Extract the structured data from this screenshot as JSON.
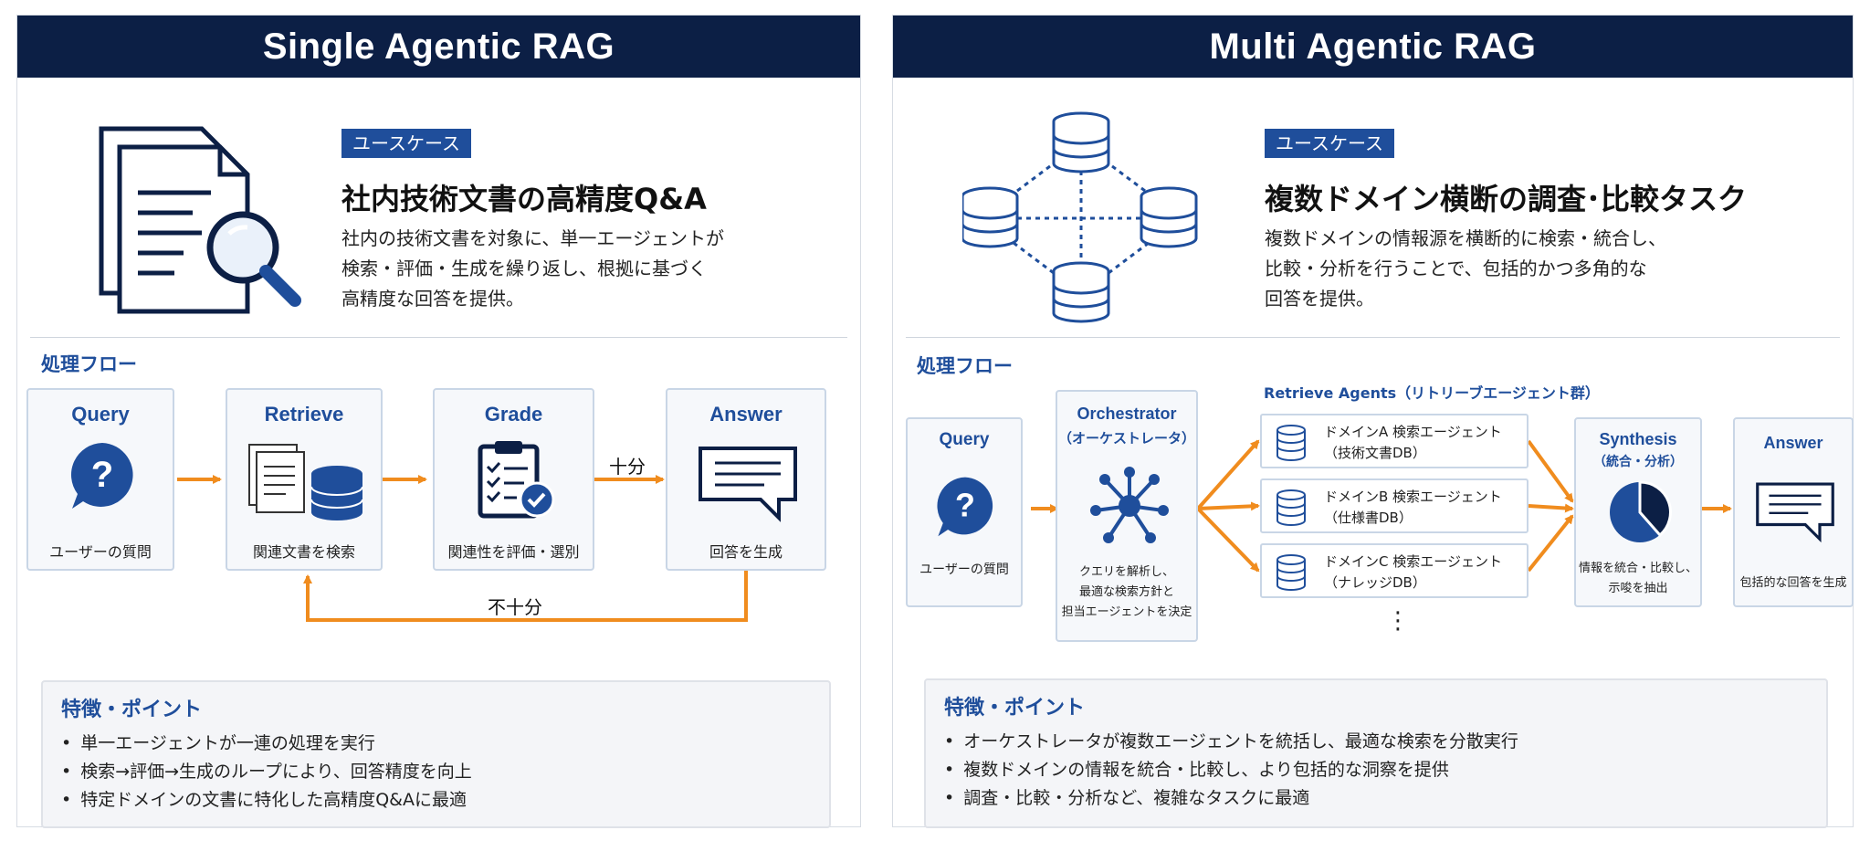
{
  "left": {
    "header": "Single Agentic RAG",
    "usecase_badge": "ユースケース",
    "usecase_title": "社内技術文書の高精度Q&A",
    "usecase_desc": [
      "社内の技術文書を対象に、単一エージェントが",
      "検索・評価・生成を繰り返し、根拠に基づく",
      "高精度な回答を提供。"
    ],
    "flow_label": "処理フロー",
    "nodes": {
      "query": {
        "title": "Query",
        "sub": "ユーザーの質問"
      },
      "retrieve": {
        "title": "Retrieve",
        "sub": "関連文書を検索"
      },
      "grade": {
        "title": "Grade",
        "sub": "関連性を評価・選別"
      },
      "answer": {
        "title": "Answer",
        "sub": "回答を生成"
      }
    },
    "edge_sufficient": "十分",
    "edge_insufficient": "不十分",
    "features_title": "特徴・ポイント",
    "features": [
      "単一エージェントが一連の処理を実行",
      "検索→評価→生成のループにより、回答精度を向上",
      "特定ドメインの文書に特化した高精度Q&Aに最適"
    ]
  },
  "right": {
    "header": "Multi Agentic RAG",
    "usecase_badge": "ユースケース",
    "usecase_title": "複数ドメイン横断の調査･比較タスク",
    "usecase_desc": [
      "複数ドメインの情報源を横断的に検索・統合し、",
      "比較・分析を行うことで、包括的かつ多角的な",
      "回答を提供。"
    ],
    "flow_label": "処理フロー",
    "agents_label": "Retrieve Agents（リトリーブエージェント群）",
    "nodes": {
      "query": {
        "title": "Query",
        "sub": "ユーザーの質問"
      },
      "orchestrator": {
        "title": "Orchestrator",
        "title2": "（オーケストレータ）",
        "sub": [
          "クエリを解析し、",
          "最適な検索方針と",
          "担当エージェントを決定"
        ]
      },
      "synthesis": {
        "title": "Synthesis",
        "title2": "（統合・分析）",
        "sub": [
          "情報を統合・比較し、",
          "示唆を抽出"
        ]
      },
      "answer": {
        "title": "Answer",
        "sub": "包括的な回答を生成"
      }
    },
    "agents": [
      {
        "line1": "ドメインA 検索エージェント",
        "line2": "（技術文書DB）"
      },
      {
        "line1": "ドメインB 検索エージェント",
        "line2": "（仕様書DB）"
      },
      {
        "line1": "ドメインC 検索エージェント",
        "line2": "（ナレッジDB）"
      }
    ],
    "more": "⋮",
    "features_title": "特徴・ポイント",
    "features": [
      "オーケストレータが複数エージェントを統括し、最適な検索を分散実行",
      "複数ドメインの情報を統合・比較し、より包括的な洞察を提供",
      "調査・比較・分析など、複雑なタスクに最適"
    ]
  },
  "colors": {
    "navy": "#0c1f45",
    "blue": "#1f4e9b",
    "orange": "#f08c1e"
  }
}
